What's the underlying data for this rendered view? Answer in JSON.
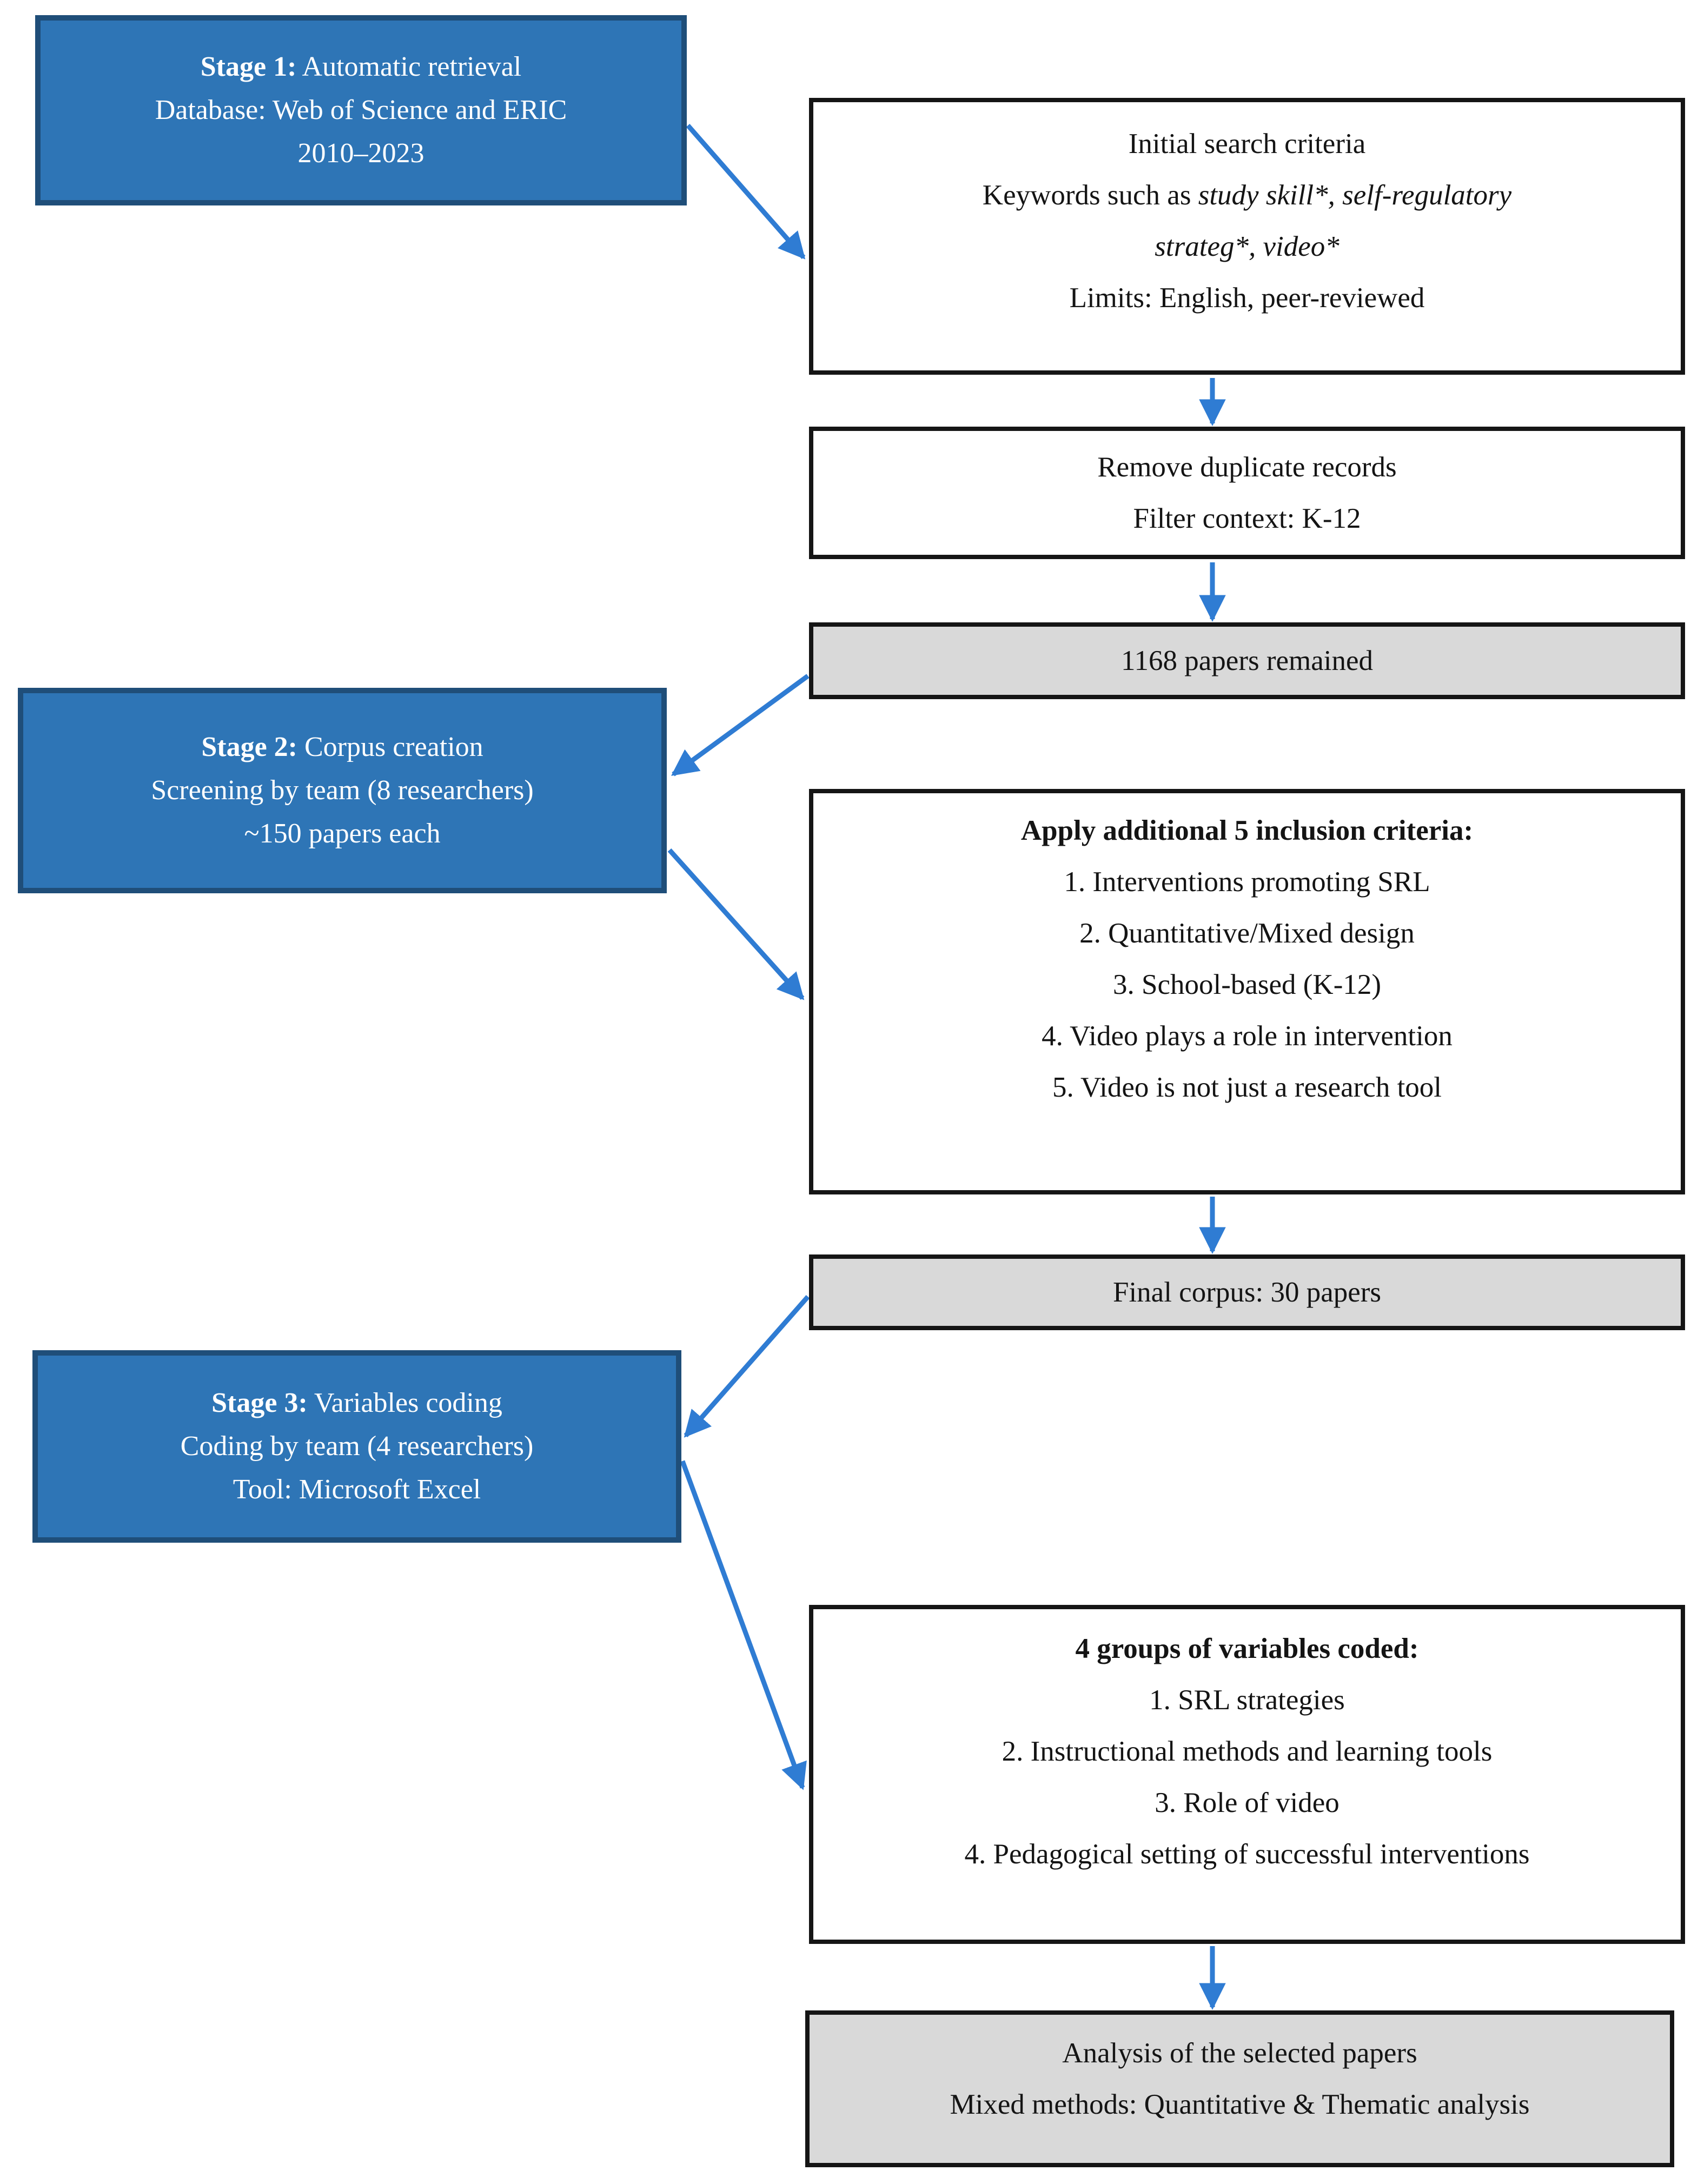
{
  "colors": {
    "box-blue": "#2E75B6",
    "box-blue-border": "#1F4E79",
    "arrow": "#2F7CD3",
    "gray-fill": "#D9D9D9",
    "line-black": "#151515"
  },
  "stage1": {
    "label": "Stage 1:",
    "title": " Automatic retrieval",
    "line2": "Database: Web of Science and ERIC",
    "line3": "2010–2023"
  },
  "search": {
    "line1": "Initial search criteria",
    "keywords_prefix": "Keywords such as ",
    "keywords_italic_a": "study skill*, self-regulatory",
    "keywords_italic_b": "strateg*, video*",
    "line3": "Limits: English, peer-reviewed"
  },
  "dedupe": {
    "line1": "Remove duplicate records",
    "line2": "Filter context: K-12"
  },
  "remained": {
    "text": "1168 papers remained"
  },
  "stage2": {
    "label": "Stage 2:",
    "title": " Corpus creation",
    "line2": "Screening by team (8 researchers)",
    "line3": "~150 papers each"
  },
  "criteria": {
    "heading": "Apply additional 5 inclusion criteria:",
    "items": [
      "1. Interventions promoting SRL",
      "2.  Quantitative/Mixed design",
      "3. School-based (K-12)",
      "4. Video plays a role in intervention",
      "5. Video is not just a research tool"
    ]
  },
  "corpus": {
    "text": "Final corpus: 30 papers"
  },
  "stage3": {
    "label": "Stage 3:",
    "title": " Variables coding",
    "line2": "Coding by team (4 researchers)",
    "line3": "Tool: Microsoft Excel"
  },
  "variables": {
    "heading": "4 groups of variables coded:",
    "items": [
      "1. SRL strategies",
      "2. Instructional methods and learning tools",
      "3. Role of video",
      "4. Pedagogical setting of successful interventions"
    ]
  },
  "analysis": {
    "line1": "Analysis of the selected papers",
    "line2": "Mixed methods: Quantitative & Thematic analysis"
  }
}
